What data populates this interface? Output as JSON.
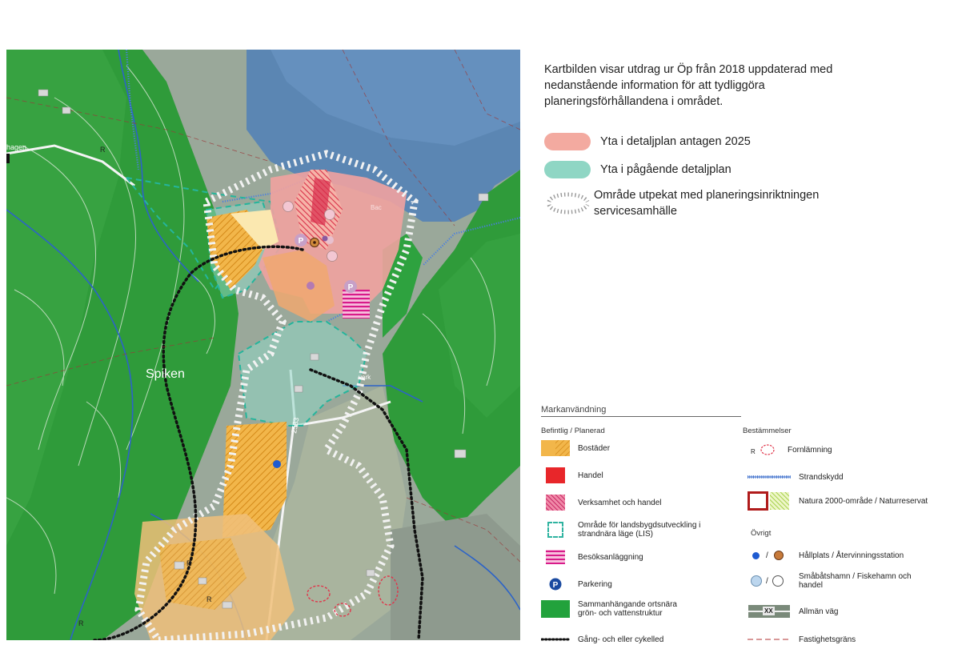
{
  "intro_text": "Kartbilden visar utdrag ur Öp från 2018 uppdaterad med nedanstående information för att tydliggöra planeringsförhållandena i området.",
  "top_legend": [
    {
      "label": "Yta i detaljplan antagen 2025",
      "color": "#f3aaa0"
    },
    {
      "label": "Yta i pågående detaljplan",
      "color": "#8fd6c4"
    },
    {
      "label": "Område utpekat med planeringsinriktningen servicesamhälle",
      "color": "#ffffff"
    }
  ],
  "map": {
    "place_label": "Spiken",
    "road_number": "2583",
    "road_name_fragment": "hagen",
    "area_label": "Bac",
    "area_label2": "verk",
    "symbol_letter": "R",
    "parking_letter": "P"
  },
  "legend": {
    "title": "Markanvändning",
    "col1_header": "Befintlig / Planerad",
    "col2_header": "Bestämmelser",
    "other_header": "Övrigt",
    "col1_items": [
      {
        "label": "Bostäder",
        "icon": "housing-swatch",
        "color": "#f2b64a"
      },
      {
        "label": "Handel",
        "icon": "commerce-swatch",
        "color": "#e8262a"
      },
      {
        "label": "Verksamhet och handel",
        "icon": "business-swatch",
        "color": "#c2185b"
      },
      {
        "label": "Område för landsbygdsutveckling i strandnära läge (LIS)",
        "icon": "lis-swatch",
        "color": "#2fb3a0"
      },
      {
        "label": "Besöksanläggning",
        "icon": "visitor-swatch",
        "color": "#d81b8a"
      },
      {
        "label": "Parkering",
        "icon": "parking-icon",
        "color": "#1a4aa0"
      },
      {
        "label": "Sammanhängande ortsnära grön- och vattenstruktur",
        "icon": "green-swatch",
        "color": "#22a23c"
      },
      {
        "label": "Gång- och eller cykelled",
        "icon": "path-icon",
        "color": "#111111"
      }
    ],
    "col2_items": [
      {
        "label": "Fornlämning",
        "icon": "ancient-monument-icon"
      },
      {
        "label": "Strandskydd",
        "icon": "shore-protection-icon"
      },
      {
        "label": "Natura 2000-område / Naturreservat",
        "icon": "natura-icon"
      }
    ],
    "other_items": [
      {
        "label": "Hållplats / Återvinningsstation",
        "icon": "bus-stop-icon"
      },
      {
        "label": "Småbåtshamn / Fiskehamn och handel",
        "icon": "harbor-icon"
      },
      {
        "label": "Allmän väg",
        "icon": "road-icon",
        "road_text": "XX"
      },
      {
        "label": "Fastighetsgräns",
        "icon": "property-line-icon"
      }
    ],
    "slash": "/"
  }
}
